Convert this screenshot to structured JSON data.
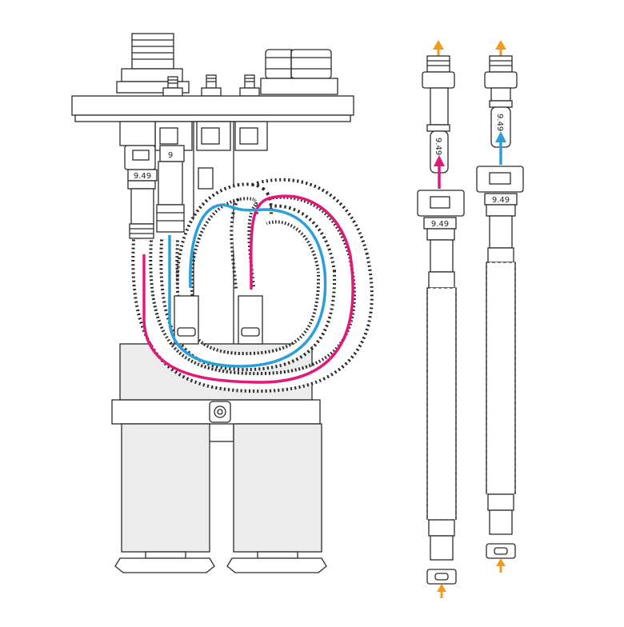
{
  "diagram": {
    "labels": {
      "ferrule_main_left": "9.49",
      "ferrule_main_second": "9",
      "ferrule_hose_a": "9.49",
      "tube_hose_a": "9.49",
      "ferrule_hose_b": "9.49",
      "tube_hose_b": "9.49"
    },
    "colors": {
      "outline": "#2b2b2b",
      "body_fill": "#ececec",
      "magenta_line": "#e0197a",
      "blue_line": "#2a9fd8",
      "orange_arrow": "#f39a1e"
    },
    "icons": {
      "flow_out": "arrow-up-icon",
      "flow_in": "arrow-up-icon"
    }
  }
}
